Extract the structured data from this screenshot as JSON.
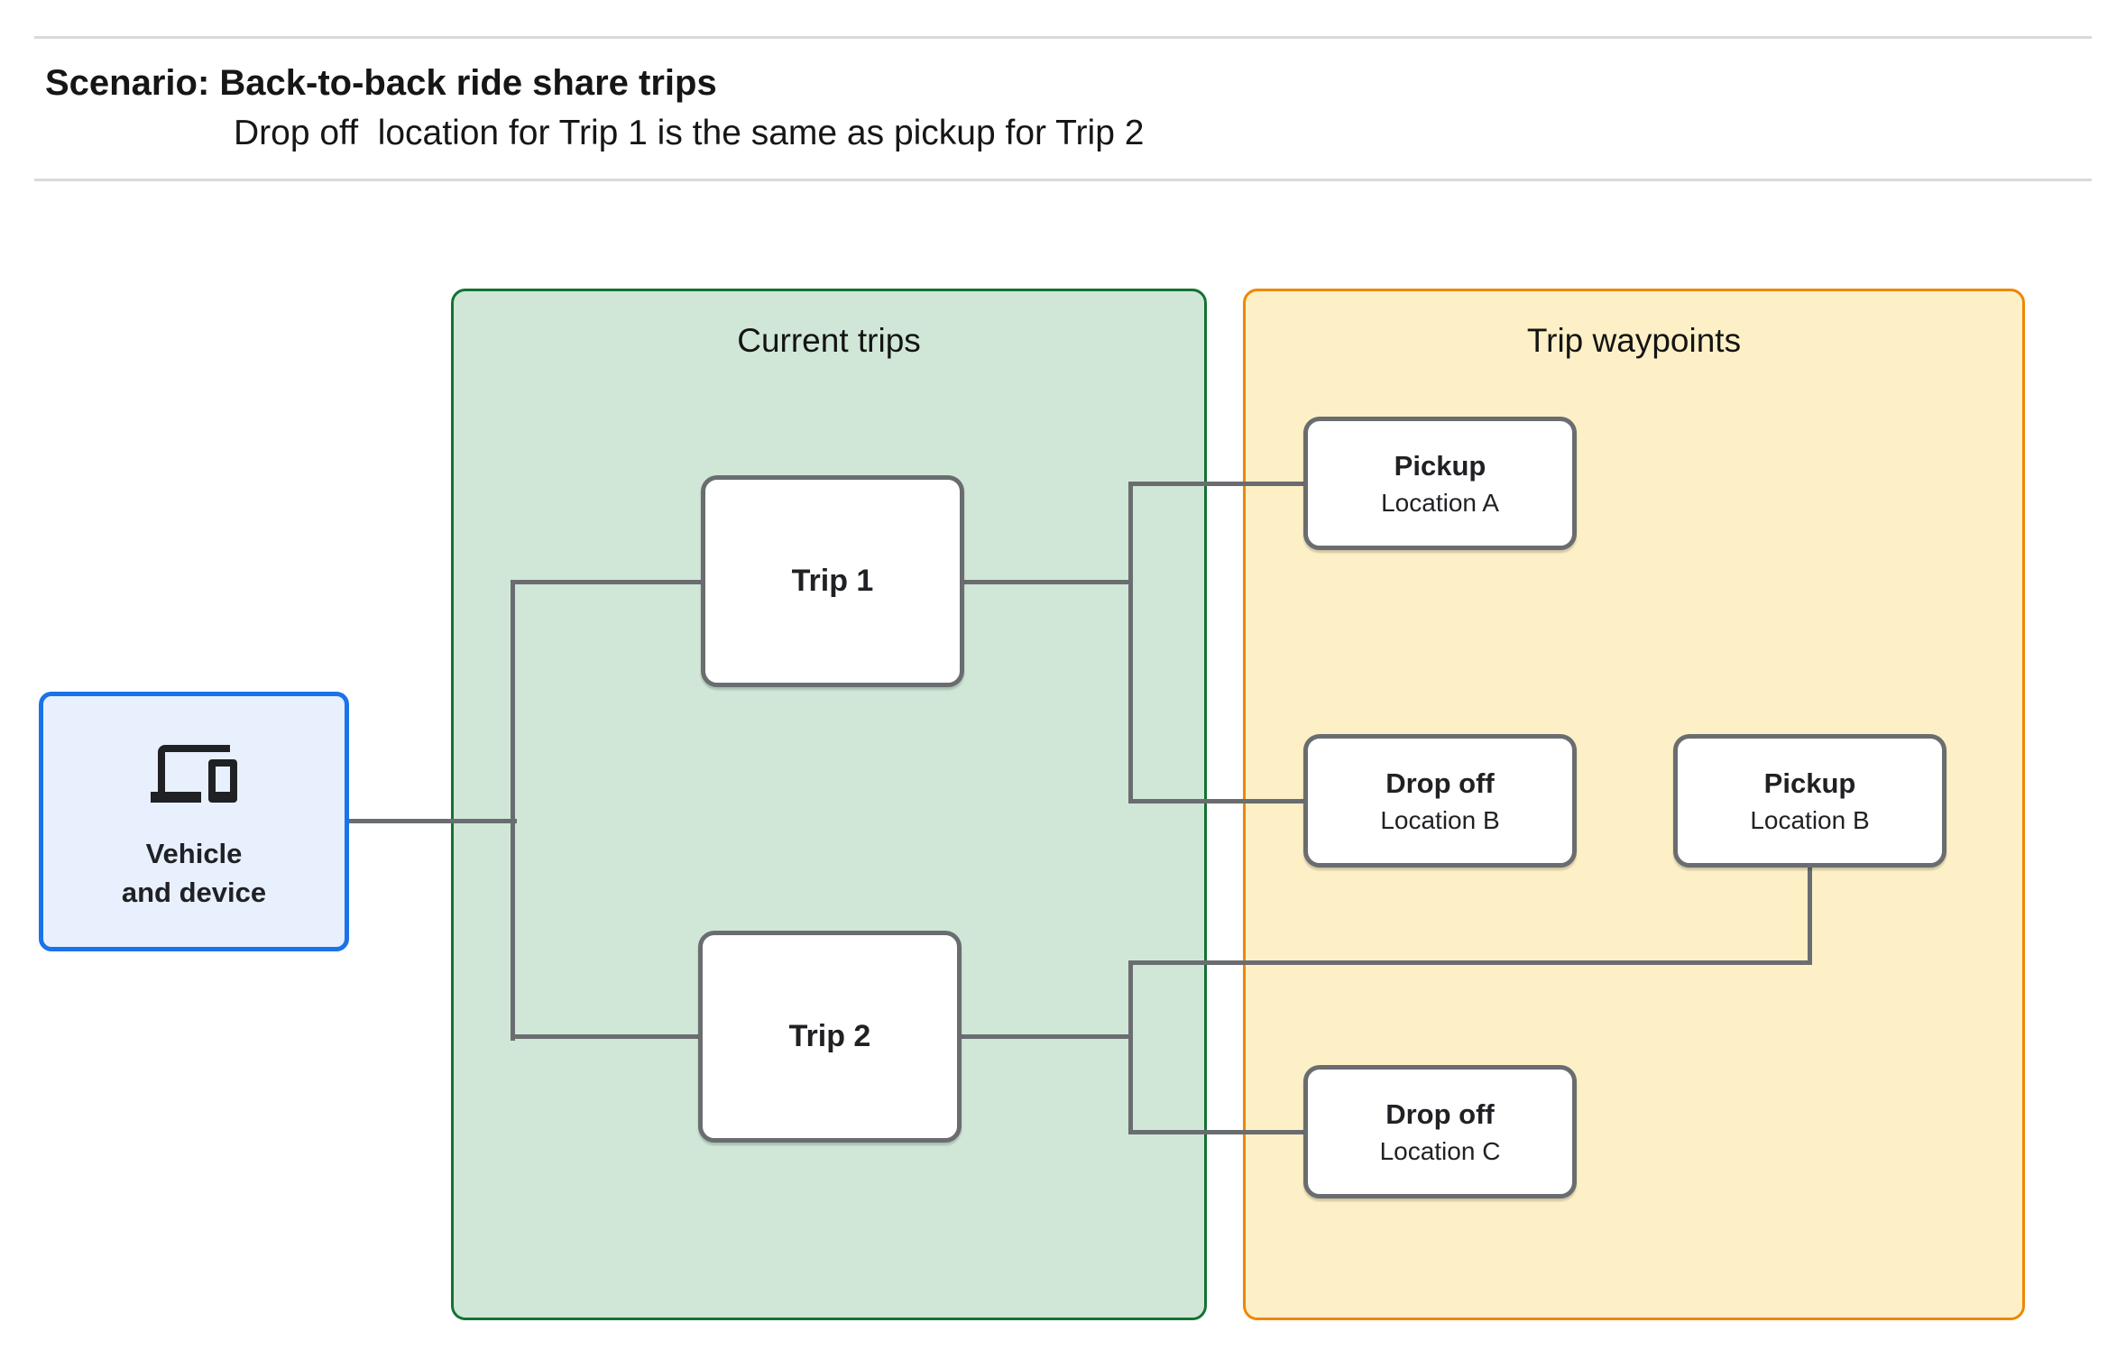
{
  "header": {
    "title": "Scenario: Back-to-back ride share trips",
    "subtitle": "Drop off  location for Trip 1 is the same as pickup for Trip 2"
  },
  "groups": {
    "current_trips": {
      "label": "Current trips",
      "fill": "#d0e7d7",
      "border": "#137333"
    },
    "trip_waypoints": {
      "label": "Trip waypoints",
      "fill": "#fdf0c6",
      "border": "#ef8705"
    }
  },
  "nodes": {
    "vehicle": {
      "icon": "devices-icon",
      "line1": "Vehicle",
      "line2": "and device",
      "fill": "#e8f0fe",
      "border": "#1a73e8"
    },
    "trip1": {
      "label": "Trip 1"
    },
    "trip2": {
      "label": "Trip 2"
    },
    "pickup_a": {
      "title": "Pickup",
      "subtitle": "Location A"
    },
    "dropoff_b": {
      "title": "Drop off",
      "subtitle": "Location B"
    },
    "pickup_b": {
      "title": "Pickup",
      "subtitle": "Location B"
    },
    "dropoff_c": {
      "title": "Drop off",
      "subtitle": "Location C"
    }
  },
  "connectors": {
    "color": "#6a6d70",
    "edges": [
      "vehicle - trip1",
      "vehicle - trip2",
      "trip1 - pickup_a",
      "trip1 - dropoff_b",
      "pickup_b - trip2",
      "trip2 - dropoff_c"
    ]
  }
}
